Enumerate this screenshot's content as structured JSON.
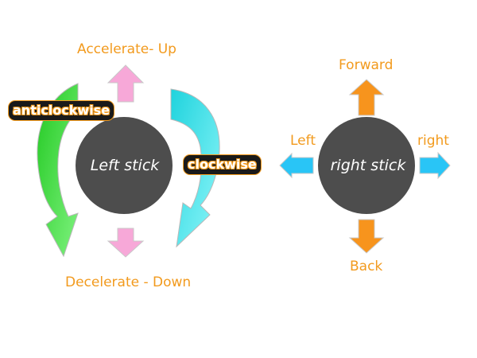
{
  "left_stick": {
    "label": "Left stick",
    "up_label": "Accelerate- Up",
    "down_label": "Decelerate - Down",
    "ccw_label": "anticlockwise",
    "cw_label": "clockwise"
  },
  "right_stick": {
    "label": "right stick",
    "up_label": "Forward",
    "down_label": "Back",
    "left_label": "Left",
    "right_label": "right"
  },
  "colors": {
    "stick": "#4d4d4d",
    "label": "#f29a1d",
    "pink_arrow": "#f7a8d8",
    "orange_arrow": "#f7941d",
    "blue_arrow": "#29c5f6",
    "green_arrow": "#3de23d",
    "cyan_arrow": "#33e3ea"
  },
  "icons": {
    "up": "arrow-up-icon",
    "down": "arrow-down-icon",
    "left": "arrow-left-icon",
    "right": "arrow-right-icon",
    "ccw": "curved-arrow-anticlockwise-icon",
    "cw": "curved-arrow-clockwise-icon"
  }
}
